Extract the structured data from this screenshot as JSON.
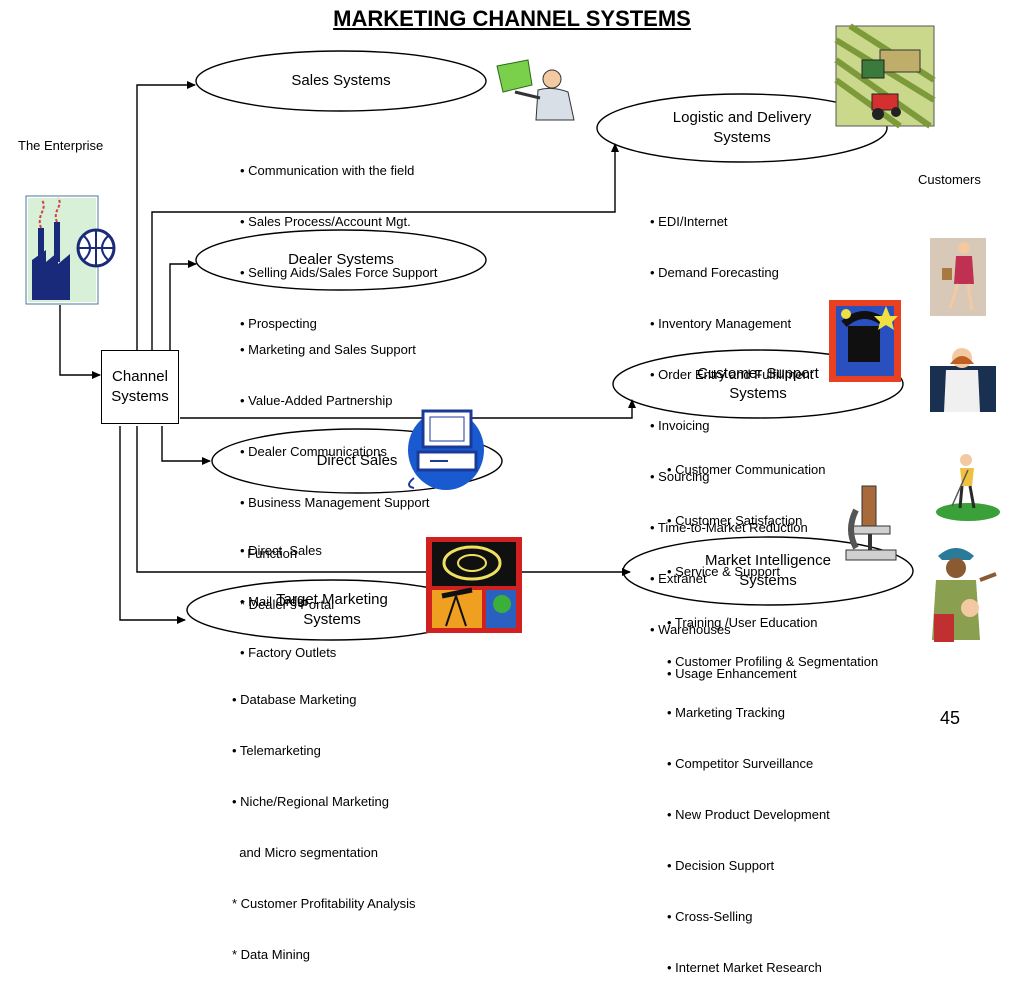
{
  "title": "MARKETING CHANNEL SYSTEMS",
  "enterprise_label": "The Enterprise",
  "customers_label": "Customers",
  "channel_box": {
    "line1": "Channel",
    "line2": "Systems"
  },
  "page_number": "45",
  "nodes": {
    "sales": {
      "label": "Sales Systems"
    },
    "logistic": {
      "line1": "Logistic and Delivery",
      "line2": "Systems"
    },
    "dealer": {
      "label": "Dealer Systems"
    },
    "customer_support": {
      "line1": "Customer Support",
      "line2": "Systems"
    },
    "direct": {
      "label": "Direct Sales"
    },
    "market_intel": {
      "line1": "Market Intelligence",
      "line2": "Systems"
    },
    "target": {
      "line1": "Target Marketing",
      "line2": "Systems"
    }
  },
  "bullets": {
    "sales": [
      "• Communication with the field",
      "• Sales Process/Account Mgt.",
      "• Selling Aids/Sales Force Support",
      "• Prospecting"
    ],
    "logistic": [
      "• EDI/Internet",
      "• Demand Forecasting",
      "• Inventory Management",
      "• Order Entry and Fulfillment",
      "• Invoicing",
      "• Sourcing",
      "• Time-to-Market Reduction",
      "• Extranet",
      "• Warehouses"
    ],
    "dealer": [
      "• Marketing and Sales Support",
      "• Value-Added Partnership",
      "• Dealer Communications",
      "• Business Management Support",
      "  Function",
      "* Dealer’s Portal"
    ],
    "customer_support": [
      "• Customer Communication",
      "• Customer Satisfaction",
      "• Service & Support",
      "• Training /User Education",
      "• Usage Enhancement"
    ],
    "direct": [
      "• Direct  Sales",
      "• Mail Order",
      "• Factory Outlets"
    ],
    "market_intel": [
      "• Customer Profiling & Segmentation",
      "• Marketing Tracking",
      "• Competitor Surveillance",
      "• New Product Development",
      "• Decision Support",
      "• Cross-Selling",
      "• Internet Market Research"
    ],
    "target": [
      "• Database Marketing",
      "• Telemarketing",
      "• Niche/Regional Marketing",
      "  and Micro segmentation",
      "* Customer Profitability Analysis",
      "* Data Mining"
    ]
  },
  "icons": [
    "presenter-clipart-icon",
    "harvest-tractor-clipart-icon",
    "factory-globe-clipart-icon",
    "computer-clipart-icon",
    "telephone-clipart-icon",
    "galaxy-telescope-clipart-icon",
    "microscope-clipart-icon",
    "shopper-woman-icon",
    "doctor-customer-icon",
    "golfer-customer-icon",
    "traveler-customer-icon"
  ]
}
